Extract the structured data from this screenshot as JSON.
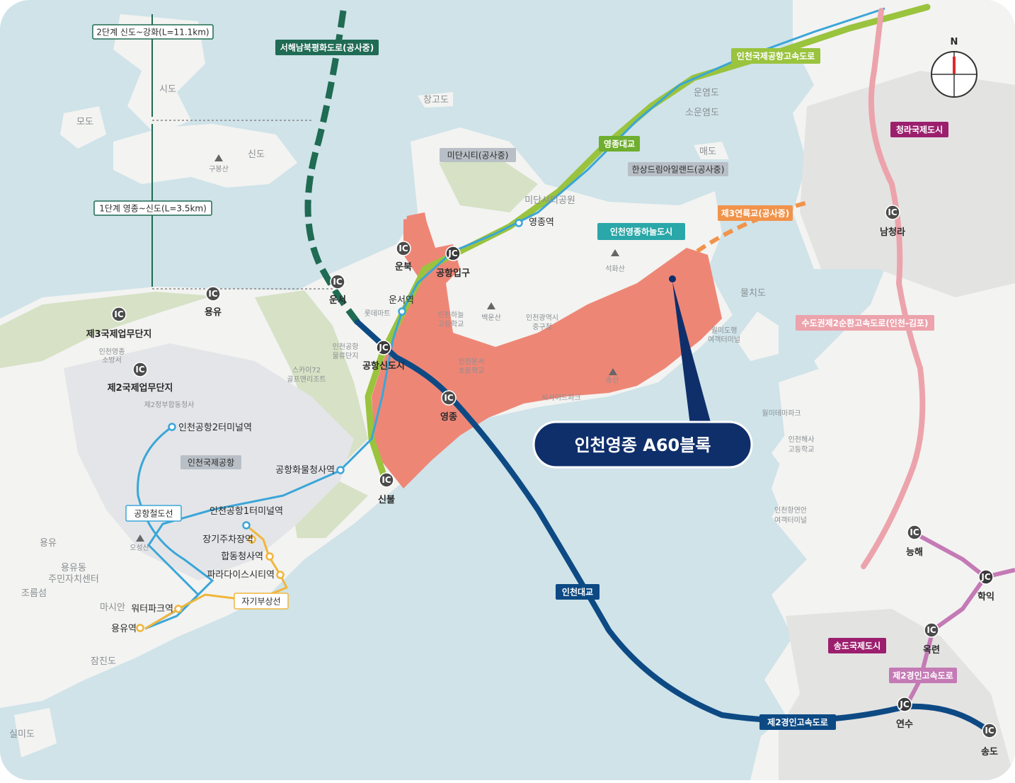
{
  "map": {
    "title": "인천영종 A60블록",
    "colors": {
      "sea": "#cfe3e9",
      "land": "#f3f3f1",
      "city_grey": "#e3e3e2",
      "district": "#ee8676",
      "park": "#d6e1c5",
      "airport": "#e4e5e8",
      "incheon_bridge": "#0d4a84",
      "airport_expressway": "#9ac33e",
      "airport_railway": "#3aa6d8",
      "maglev": "#f0b63c",
      "coastal_road": "#1f6b53",
      "ring_road": "#eca3ac",
      "third_bridge": "#f1934b",
      "gyeongin2": "#c47ab5",
      "callout": "#0f2f6b"
    },
    "roads": {
      "incheon_bridge": "인천대교",
      "second_gyeongin_bridge": "제2경인고속도로",
      "second_gyeongin_south": "제2경인고속도로",
      "airport_expressway": "인천국제공항고속도로",
      "yeongjong_bridge": "영종대교",
      "third_bridge": "제3연륙교(공사중)",
      "west_sea_road": "서해남북평화도로(공사중)",
      "ring_road": "수도권제2순환고속도로(인천-김포)",
      "stage2": "2단계 신도~강화(L=11.1km)",
      "stage1": "1단계 영종~신도(L=3.5km)"
    },
    "districts": {
      "cheongna": "청라국제도시",
      "songdo": "송도국제도시",
      "sky_city": "인천영종하늘도시",
      "midan_city": "미단시티(공사중)",
      "hansang": "한상드림아일랜드(공사중)",
      "airport": "인천국제공항"
    },
    "interchanges": {
      "unbuk": "운북",
      "unseo": "운서",
      "yongyu": "용유",
      "industrial3": "제3국제업무단지",
      "industrial2": "제2국제업무단지",
      "airport_newtown": "공항신도시",
      "airport_entrance": "공항입구",
      "yeongjong": "영종",
      "sinbul": "신불",
      "namcheongna": "남청라",
      "neunghae": "능해",
      "hagik": "학익",
      "okryeon": "옥련",
      "yeonsu": "연수",
      "songdo": "송도"
    },
    "badges": {
      "ic": "IC",
      "jc": "JC"
    },
    "stations": {
      "yeongjong": "영종역",
      "unseo": "운서역",
      "cargo": "공항화물청사역",
      "t2": "인천공항2터미널역",
      "t1": "인천공항1터미널역",
      "long_parking": "장기주차장역",
      "joint_office": "합동청사역",
      "paradise": "파라다이스시티역",
      "waterpark": "워터파크역",
      "yongyu": "용유역"
    },
    "lines": {
      "airport_railway": "공항철도선",
      "maglev": "자기부상선"
    },
    "places": {
      "sido": "시도",
      "modo": "모도",
      "sindo": "신도",
      "gubongsan": "구봉산",
      "changgodo": "창고도",
      "unyeomdo": "운염도",
      "soun_yeomdo": "소운염도",
      "maedo": "매도",
      "midan_park": "미단시티공원",
      "seokhwasan": "석화산",
      "mulchido": "물치도",
      "wolmido_terminal_1": "월미도행",
      "wolmido_terminal_2": "여객터미널",
      "lotte_mart": "롯데마트",
      "baekunsan": "백운산",
      "ihaneul_high_1": "인천하늘",
      "ihaneul_high_2": "고등학교",
      "junggu_office_1": "인천광역시",
      "junggu_office_2": "중구청",
      "airport_logistics_1": "인천공항",
      "airport_logistics_2": "물류단지",
      "sky72_1": "스카이72",
      "sky72_2": "골프앤리조트",
      "fire_station_1": "인천영종",
      "fire_station_2": "소방서",
      "joint_office_2": "제2정부합동청사",
      "incheon_elem_1": "인천운서",
      "incheon_elem_2": "초등학교",
      "songsan": "송산",
      "seaside_park": "씨사이드파크",
      "wolmi_theme": "월미테마파크",
      "incheon_marine_1": "인천해사",
      "incheon_marine_2": "고등학교",
      "coastal_terminal_1": "인천항연안",
      "coastal_terminal_2": "여객터미널",
      "osungsan": "오성산",
      "yongyu_area": "용유",
      "yongyu_center_1": "용유동",
      "yongyu_center_2": "주민자치센터",
      "joreumseom": "조름섬",
      "masian": "마시안",
      "jamjindo": "잠진도",
      "silmido": "실미도"
    },
    "compass": "N"
  }
}
